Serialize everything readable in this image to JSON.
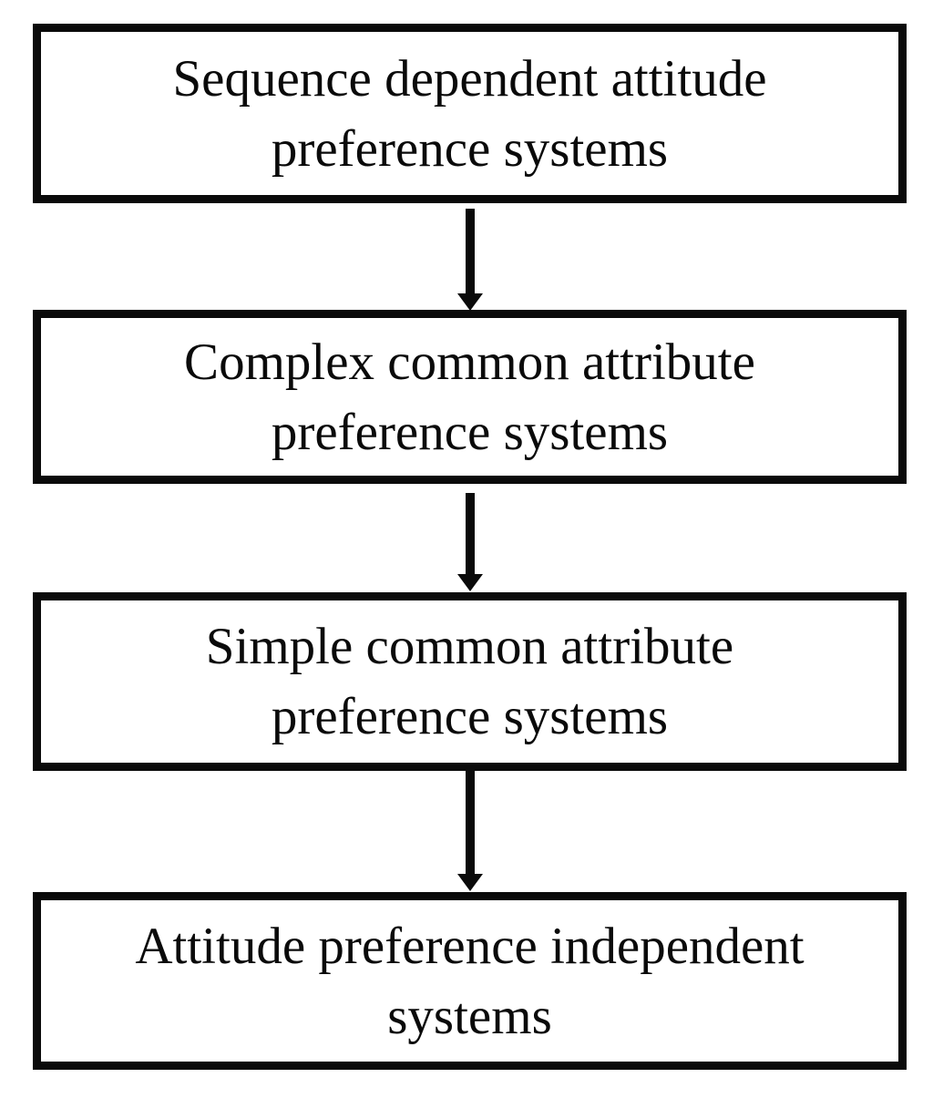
{
  "diagram": {
    "title": "attitude preference systems hierarchy flowchart",
    "boxes": [
      {
        "label": "Sequence dependent attitude preference systems",
        "line1": "Sequence dependent attitude",
        "line2": "preference systems"
      },
      {
        "label": "Complex common attribute preference systems",
        "line1": "Complex common attribute",
        "line2": "preference systems"
      },
      {
        "label": "Simple common attribute preference systems",
        "line1": "Simple common attribute",
        "line2": "preference systems"
      },
      {
        "label": "Attitude preference independent systems",
        "line1": "Attitude preference independent",
        "line2": "systems"
      }
    ],
    "connectors": [
      {
        "from": 0,
        "to": 1,
        "type": "down-arrow"
      },
      {
        "from": 1,
        "to": 2,
        "type": "down-arrow"
      },
      {
        "from": 2,
        "to": 3,
        "type": "down-arrow"
      }
    ],
    "colors": {
      "background": "#ffffff",
      "box_fill": "#ffffff",
      "box_border": "#0a0a0a",
      "text": "#0a0a0a",
      "arrow": "#0a0a0a"
    }
  }
}
